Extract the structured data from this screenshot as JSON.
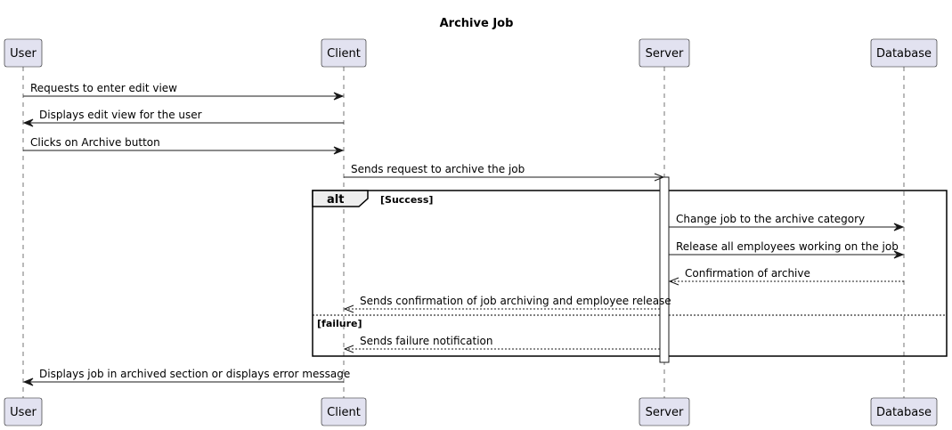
{
  "title": "Archive Job",
  "participants": [
    {
      "id": "user",
      "label": "User"
    },
    {
      "id": "client",
      "label": "Client"
    },
    {
      "id": "server",
      "label": "Server"
    },
    {
      "id": "database",
      "label": "Database"
    }
  ],
  "messages": [
    {
      "from": "user",
      "to": "client",
      "label": "Requests to enter edit view",
      "style": "solid"
    },
    {
      "from": "client",
      "to": "user",
      "label": "Displays edit view for the user",
      "style": "solid"
    },
    {
      "from": "user",
      "to": "client",
      "label": "Clicks on Archive button",
      "style": "solid"
    },
    {
      "from": "client",
      "to": "server",
      "label": "Sends request to archive the job",
      "style": "async"
    },
    {
      "from": "server",
      "to": "database",
      "label": "Change job to the archive category",
      "style": "solid"
    },
    {
      "from": "server",
      "to": "database",
      "label": "Release all employees working on the job",
      "style": "solid"
    },
    {
      "from": "database",
      "to": "server",
      "label": "Confirmation of archive",
      "style": "return"
    },
    {
      "from": "server",
      "to": "client",
      "label": "Sends confirmation of job archiving and employee release",
      "style": "return"
    },
    {
      "from": "server",
      "to": "client",
      "label": "Sends failure notification",
      "style": "return"
    },
    {
      "from": "client",
      "to": "user",
      "label": "Displays job in archived section or displays error message",
      "style": "solid"
    }
  ],
  "fragment": {
    "operator": "alt",
    "guards": [
      "[Success]",
      "[failure]"
    ]
  },
  "colors": {
    "participant_fill": "#e2e2f0",
    "line": "#181818",
    "frame_tab": "#eeeeee"
  }
}
